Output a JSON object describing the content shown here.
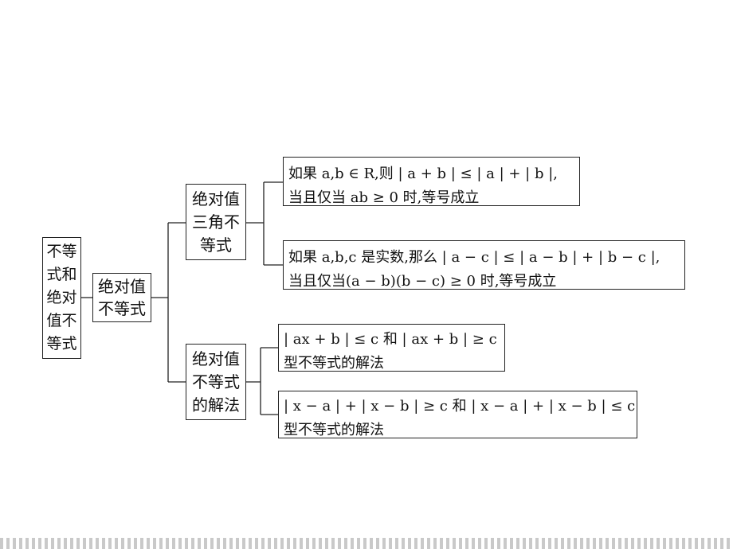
{
  "root": {
    "lines": [
      "不等",
      "式和",
      "绝对",
      "值不",
      "等式"
    ]
  },
  "middle": {
    "lines": [
      "绝对值",
      "不等式"
    ]
  },
  "branch_triangle": {
    "lines": [
      "绝对值",
      "三角不",
      "等式"
    ],
    "leaves": [
      {
        "line1": "如果 a,b ∈ R,则 | a + b | ≤ | a | + | b |,",
        "line2": "当且仅当 ab ≥ 0 时,等号成立"
      },
      {
        "line1": "如果 a,b,c 是实数,那么 | a − c | ≤ | a − b | + | b − c |,",
        "line2": "当且仅当(a − b)(b − c) ≥ 0 时,等号成立"
      }
    ]
  },
  "branch_solving": {
    "lines": [
      "绝对值",
      "不等式",
      "的解法"
    ],
    "leaves": [
      {
        "line1": "| ax + b | ≤ c 和 | ax + b | ≥ c",
        "line2": "型不等式的解法"
      },
      {
        "line1": "| x − a | + | x − b | ≥ c 和 | x − a | + | x − b | ≤ c",
        "line2": "型不等式的解法"
      }
    ]
  }
}
